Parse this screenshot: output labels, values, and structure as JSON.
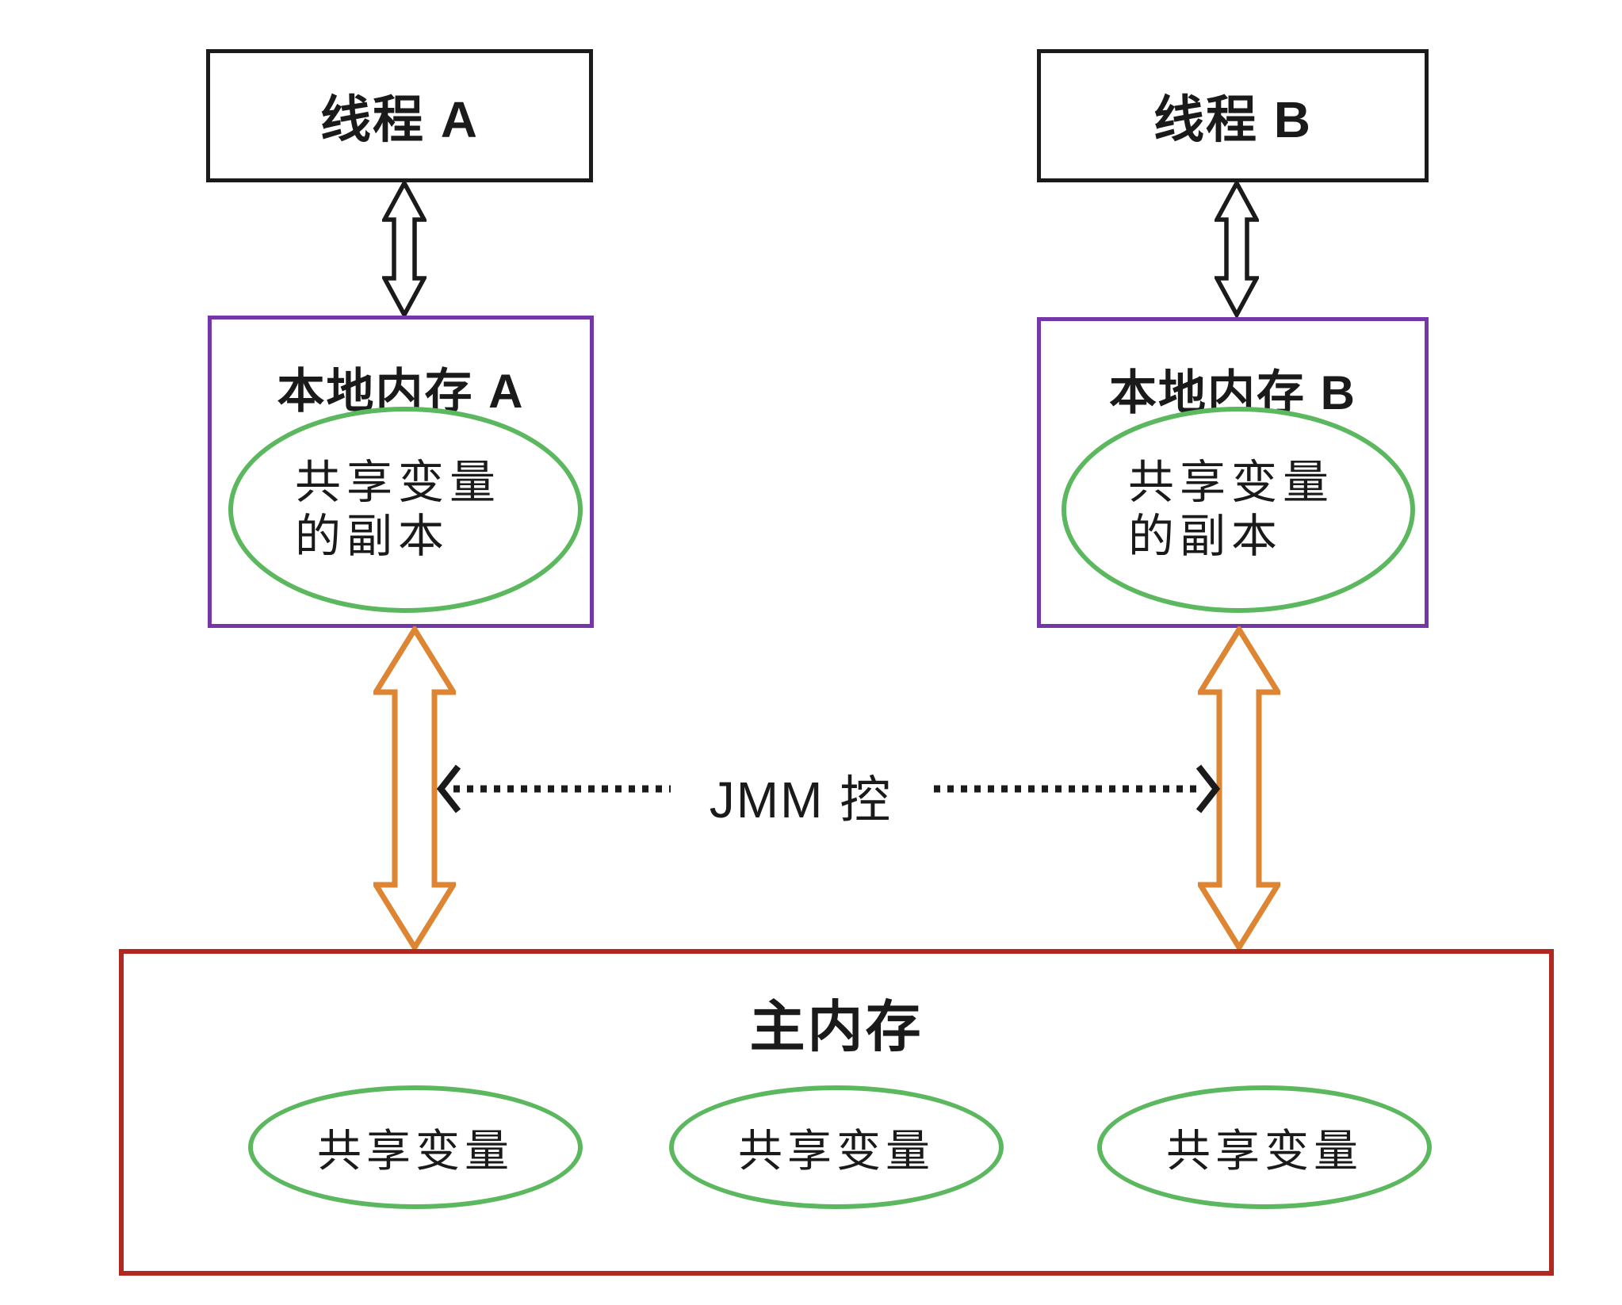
{
  "palette": {
    "box_black": "#1a1a1a",
    "local_memory_purple": "#7436A8",
    "shared_var_green": "#5CB85F",
    "memory_arrow_orange": "#DD8533",
    "main_memory_red": "#B0281F"
  },
  "thread_a": {
    "label": "线程 A"
  },
  "thread_b": {
    "label": "线程 B"
  },
  "local_memory_a": {
    "title": "本地内存 A",
    "shared_copy_line1": "共享变量",
    "shared_copy_line2": "的副本"
  },
  "local_memory_b": {
    "title": "本地内存 B",
    "shared_copy_line1": "共享变量",
    "shared_copy_line2": "的副本"
  },
  "jmm": {
    "label": "JMM 控"
  },
  "main_memory": {
    "title": "主内存",
    "shared_vars": [
      "共享变量",
      "共享变量",
      "共享变量"
    ]
  }
}
